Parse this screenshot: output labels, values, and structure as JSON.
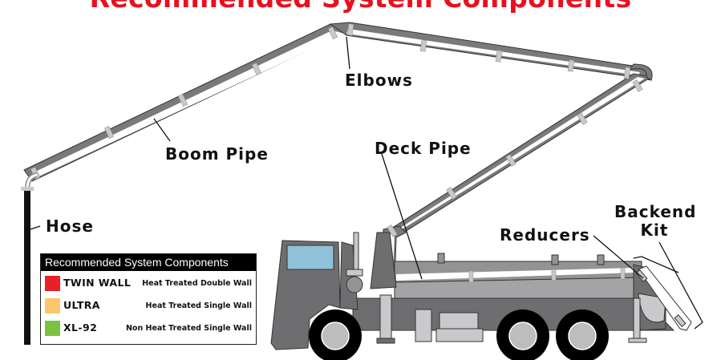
{
  "title": "Recommended System Components",
  "colors": {
    "title": "#e8101e",
    "truck_body": "#6e6e70",
    "truck_body_light": "#939395",
    "truck_body_mid": "#a4a4a6",
    "pipe_frame": "#7a7a7c",
    "clamp": "#c9c9cb",
    "window": "#8fc1d8",
    "tire": "#000000",
    "hub": "#bdbdbf",
    "hose": "#111111"
  },
  "callouts": {
    "elbows": "Elbows",
    "boom_pipe": "Boom Pipe",
    "deck_pipe": "Deck Pipe",
    "hose": "Hose",
    "reducers": "Reducers",
    "backend_kit_line1": "Backend",
    "backend_kit_line2": "Kit"
  },
  "legend": {
    "title": "Recommended System Components",
    "items": [
      {
        "name": "TWIN WALL",
        "description": "Heat Treated Double Wall",
        "color": "#e8202a"
      },
      {
        "name": "ULTRA",
        "description": "Heat Treated Single Wall",
        "color": "#fcc66b"
      },
      {
        "name": "XL-92",
        "description": "Non Heat Treated Single Wall",
        "color": "#7dc142"
      }
    ]
  }
}
